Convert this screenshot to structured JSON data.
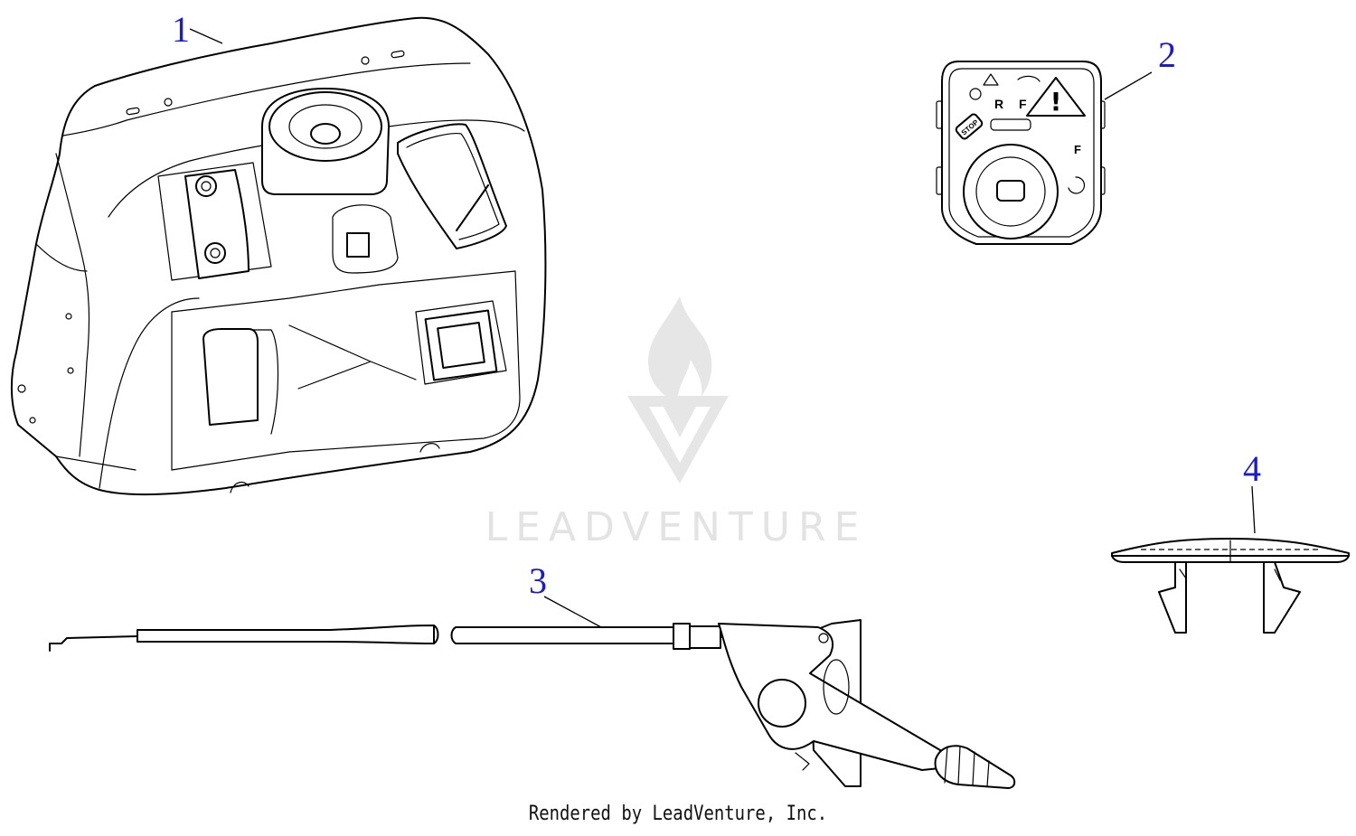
{
  "watermark": {
    "brand": "LEADVENTURE"
  },
  "callouts": [
    {
      "id": 1,
      "label": "1"
    },
    {
      "id": 2,
      "label": "2"
    },
    {
      "id": 3,
      "label": "3"
    },
    {
      "id": 4,
      "label": "4"
    }
  ],
  "decal": {
    "reverse_label": "R",
    "forward_label": "F",
    "forward_label_2": "F",
    "stop_label": "STOP",
    "warning_symbol": "!"
  },
  "footer": {
    "credit": "Rendered by LeadVenture, Inc."
  },
  "colors": {
    "callout": "#1a1ad6",
    "watermark": "#e3e3e3",
    "line": "#000000"
  }
}
